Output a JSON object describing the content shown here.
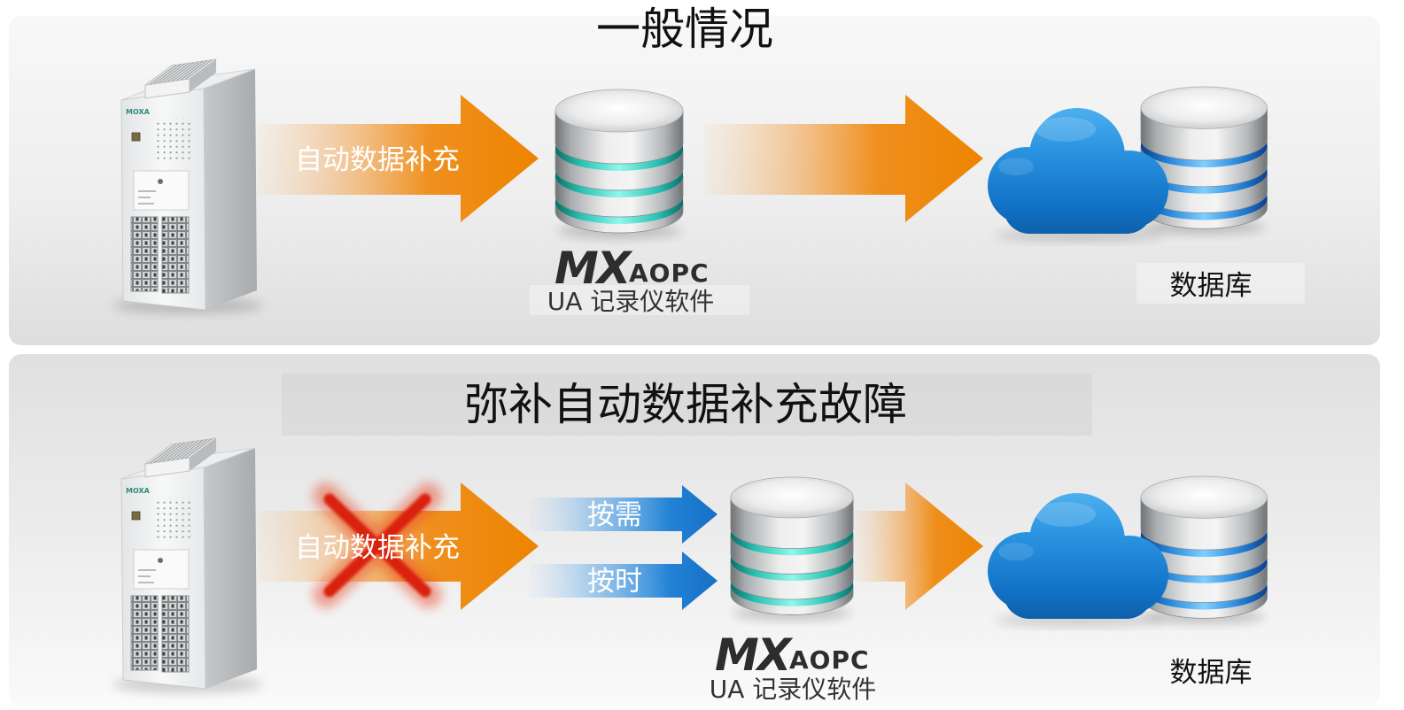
{
  "diagram": {
    "normal_case": {
      "title": "一般情况",
      "backfill_arrow_label": "自动数据补充",
      "logger": {
        "logo_mx": "MX",
        "logo_aopc": "AOPC",
        "caption": "UA 记录仪软件"
      },
      "database_label": "数据库"
    },
    "recovery_case": {
      "title": "弥补自动数据补充故障",
      "backfill_arrow_label": "自动数据补充",
      "request_arrows": [
        {
          "label": "按需"
        },
        {
          "label": "按时"
        }
      ],
      "logger": {
        "logo_mx": "MX",
        "logo_aopc": "AOPC",
        "caption": "UA 记录仪软件"
      },
      "database_label": "数据库"
    }
  },
  "device": {
    "brand": "MOXA",
    "icon": "io-device-icon"
  },
  "icons": {
    "logger_store": "database-icon",
    "cloud": "cloud-icon",
    "cloud_store": "database-icon",
    "failure": "x-mark-icon"
  },
  "colors": {
    "data_arrow": "#ef8a12",
    "request_arrow": "#1f7fd3",
    "logger_accent": "#27c2b3",
    "cloud": "#1a86d6",
    "cloud_db_accent": "#1f7fd8",
    "failure_mark": "#e2301a",
    "panel_background": "#ececec"
  }
}
